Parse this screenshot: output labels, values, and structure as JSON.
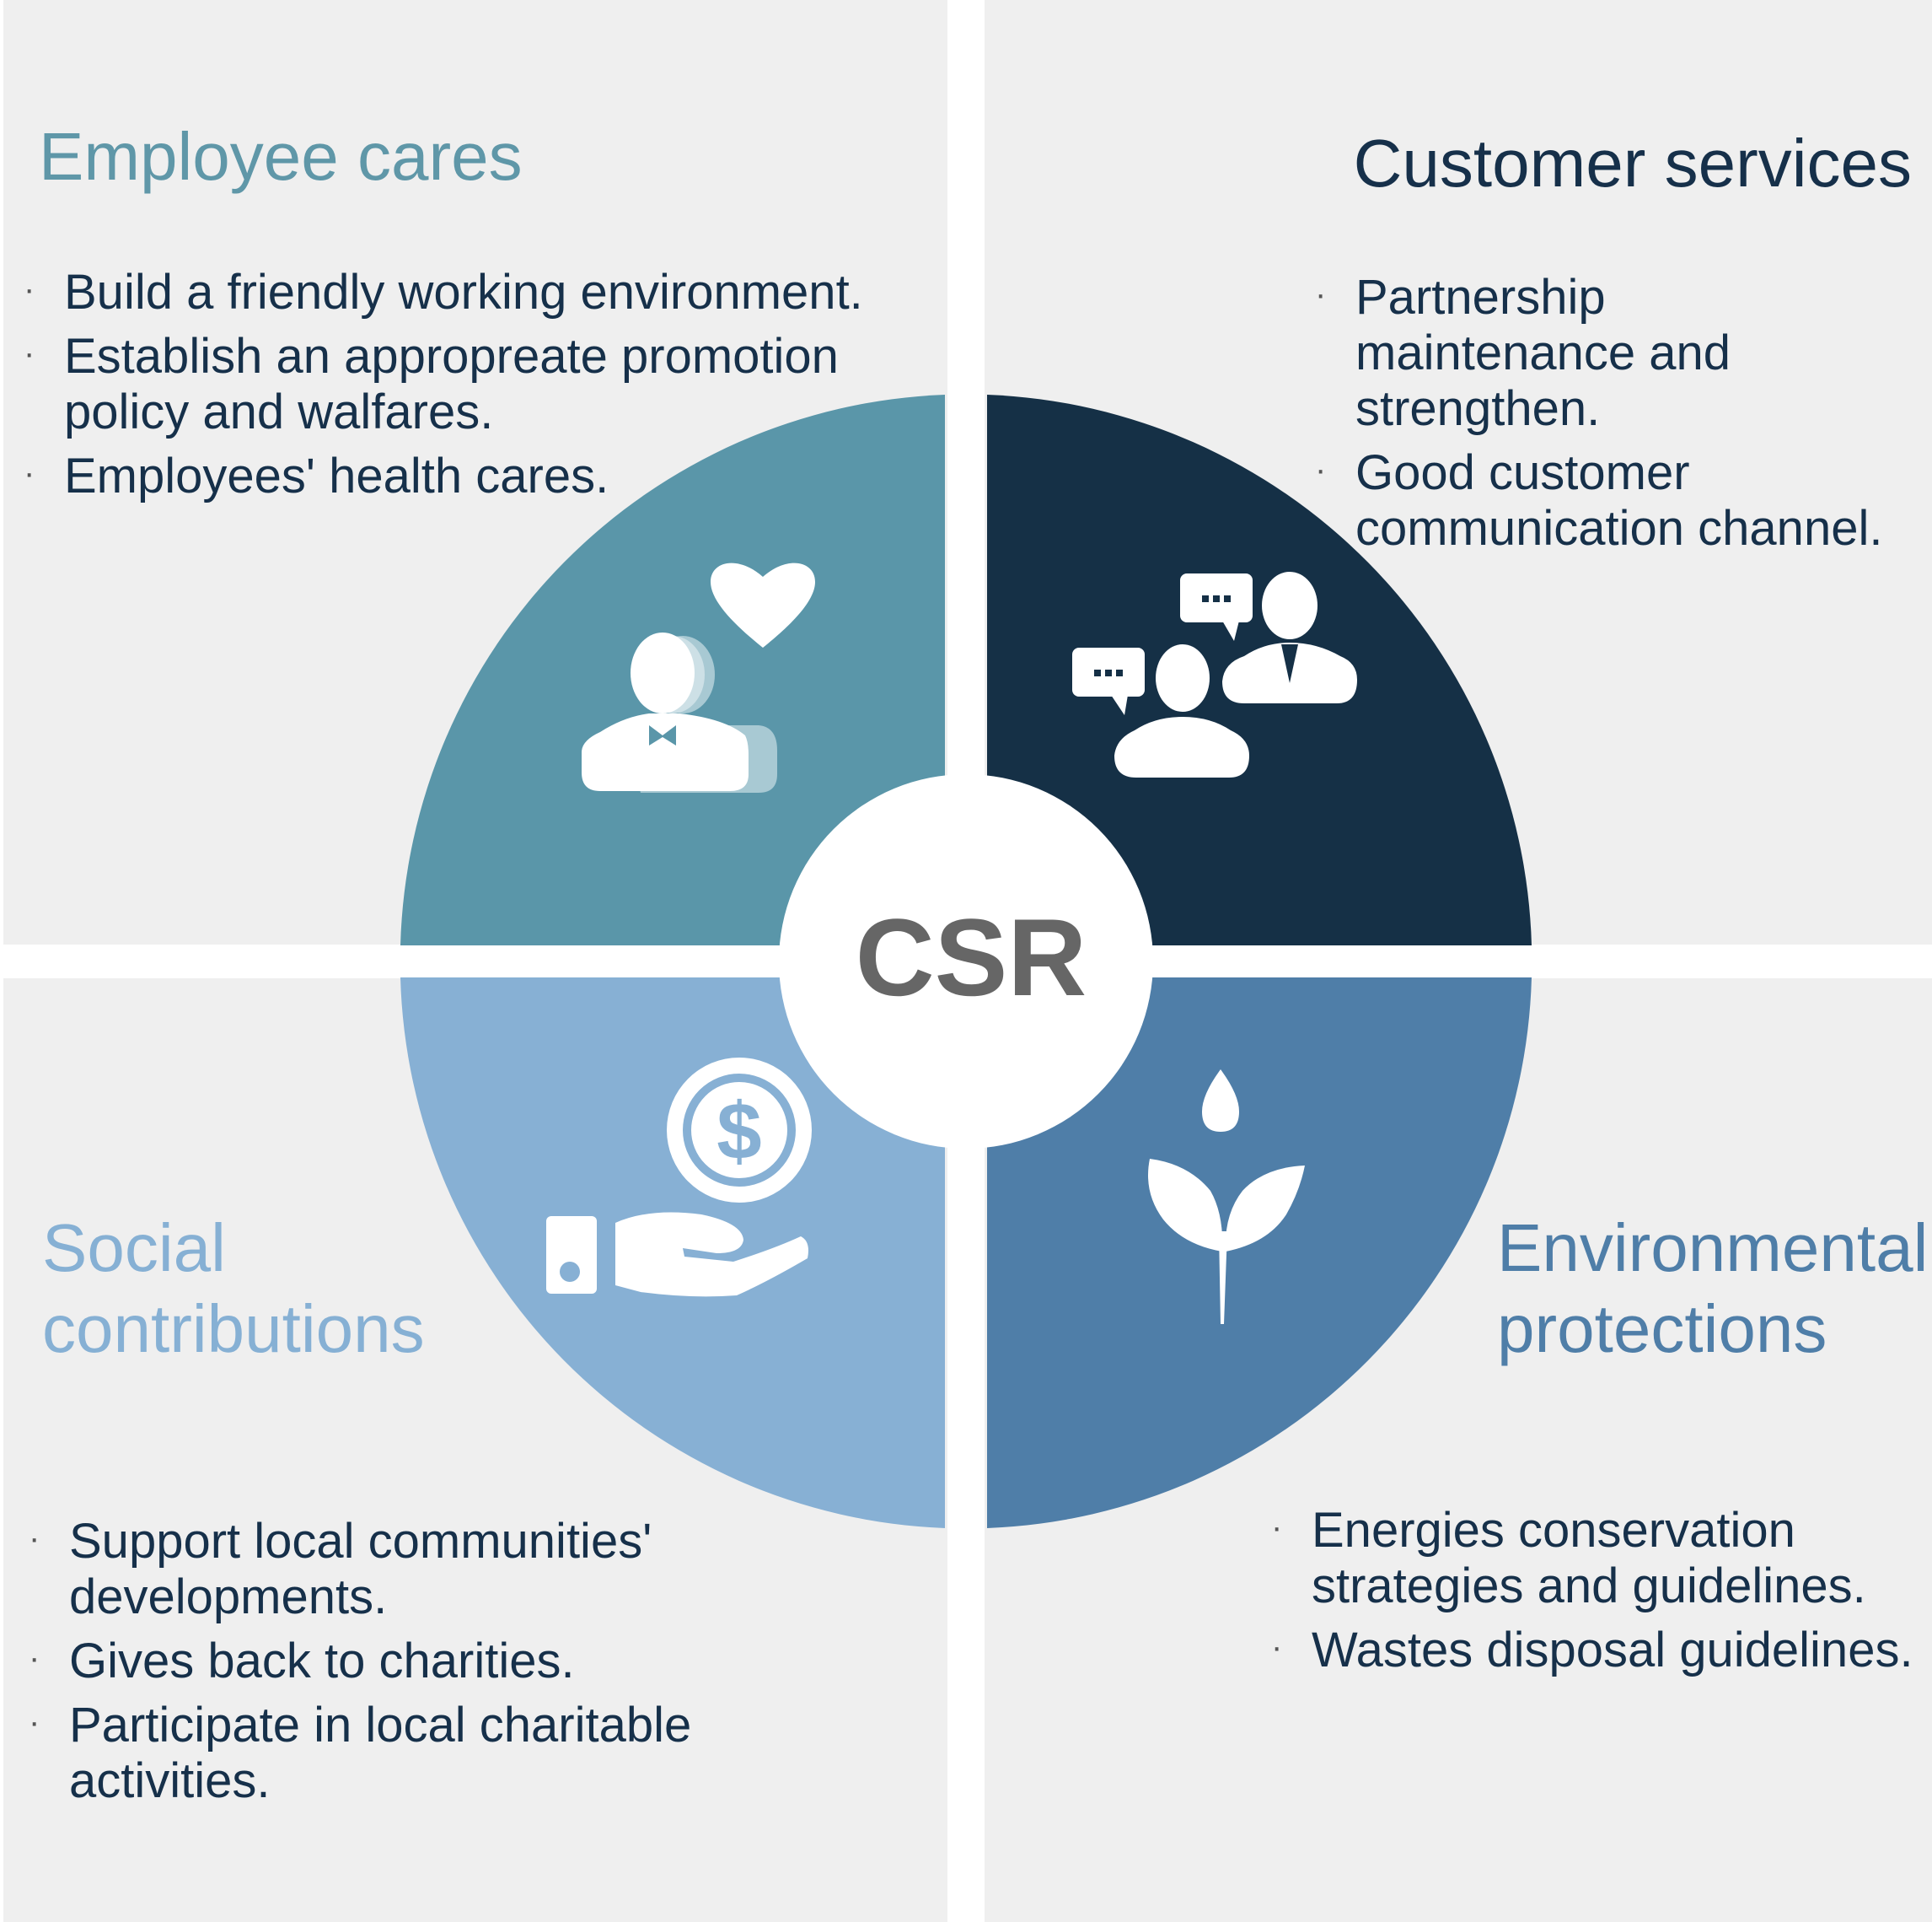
{
  "center": {
    "label": "CSR"
  },
  "colors": {
    "panel": "#efefef",
    "employee": "#5a96a9",
    "customer": "#153046",
    "social": "#87b0d4",
    "environment": "#4f7ea8",
    "center_text": "#666666"
  },
  "quadrants": {
    "employee": {
      "title": "Employee cares",
      "icon": "employee-heart-icon",
      "items": [
        "Build a friendly working environment.",
        "Establish an appropreate promotion policy and walfares.",
        "Employees' health cares."
      ]
    },
    "customer": {
      "title": "Customer services",
      "icon": "customer-chat-icon",
      "items": [
        "Partnership maintenance and strengthen.",
        "Good customer communication channel."
      ]
    },
    "social": {
      "title_line1": "Social",
      "title_line2": "contributions",
      "icon": "hand-coin-icon",
      "items": [
        "Support local communities' developments.",
        "Gives back to charities.",
        "Participate in local charitable activities."
      ]
    },
    "environment": {
      "title_line1": "Environmental",
      "title_line2": "protections",
      "icon": "plant-drop-icon",
      "items": [
        "Energies conservation strategies and guidelines.",
        "Wastes disposal guidelines."
      ]
    }
  }
}
